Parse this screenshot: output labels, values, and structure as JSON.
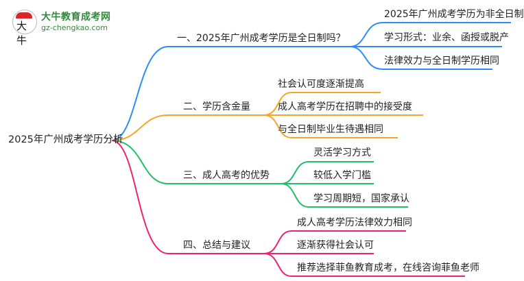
{
  "logo": {
    "badge_glyph": "大牛",
    "title": "大牛教育成考网",
    "url": "gz-chengkao.com"
  },
  "root": {
    "label": "2025年广州成考学历分析"
  },
  "colors": {
    "branch1": "#2b8cf3",
    "branch2": "#f5a623",
    "branch3": "#1fbf6a",
    "branch4": "#f0226e"
  },
  "branches": [
    {
      "label": "一、2025年广州成考学历是全日制吗？",
      "children": [
        {
          "label": "2025年广州成考学历为非全日制"
        },
        {
          "label": "学习形式：业余、函授或脱产"
        },
        {
          "label": "法律效力与全日制学历相同"
        }
      ]
    },
    {
      "label": "二、学历含金量",
      "children": [
        {
          "label": "社会认可度逐渐提高"
        },
        {
          "label": "成人高考学历在招聘中的接受度"
        },
        {
          "label": "与全日制毕业生待遇相同"
        }
      ]
    },
    {
      "label": "三、成人高考的优势",
      "children": [
        {
          "label": "灵活学习方式"
        },
        {
          "label": "较低入学门槛"
        },
        {
          "label": "学习周期短，国家承认"
        }
      ]
    },
    {
      "label": "四、总结与建议",
      "children": [
        {
          "label": "成人高考学历法律效力相同"
        },
        {
          "label": "逐渐获得社会认可"
        },
        {
          "label": "推荐选择菲鱼教育成考，在线咨询菲鱼老师"
        }
      ]
    }
  ]
}
